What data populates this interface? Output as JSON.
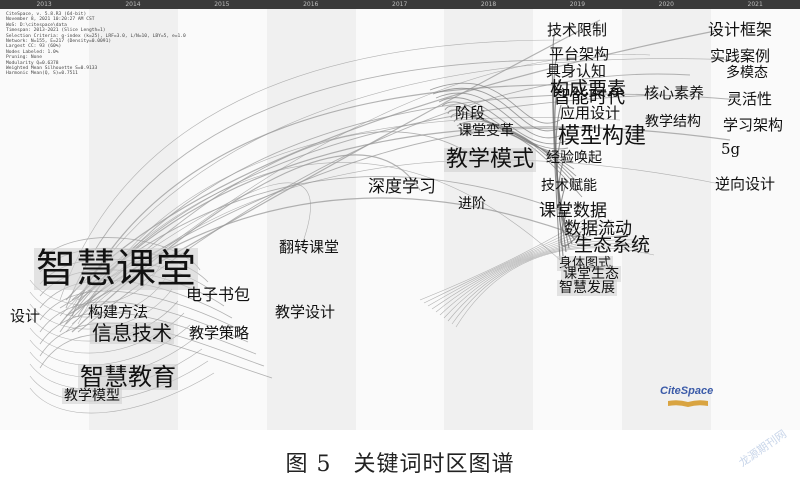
{
  "years": [
    "2013",
    "2014",
    "2015",
    "2016",
    "2017",
    "2018",
    "2019",
    "2020",
    "2021"
  ],
  "info_lines": [
    "CiteSpace, v. 5.8.R3 (64-bit)",
    "November 8, 2021 10:20:27 AM CST",
    "WoS: D:\\citespace\\data",
    "Timespan: 2013-2021 (Slice Length=1)",
    "Selection Criteria: g-index (k=25), LRF=3.0, L/N=10, LBY=5, e=1.0",
    "Network: N=155, E=217 (Density=0.0091)",
    "Largest CC: 93 (60%)",
    "Nodes Labeled: 1.0%",
    "Pruning: None",
    "Modularity Q=0.6378",
    "Weighted Mean Silhouette S=0.9133",
    "Harmonic Mean(Q, S)=0.7511"
  ],
  "keywords": [
    {
      "id": "zhihui-ketang",
      "text": "智慧课堂",
      "size": 40,
      "box": true
    },
    {
      "id": "zhihui-jiaoyu",
      "text": "智慧教育",
      "size": 24,
      "box": true
    },
    {
      "id": "xinxi-jishu",
      "text": "信息技术",
      "size": 20,
      "box": true
    },
    {
      "id": "goujian-fangfa",
      "text": "构建方法",
      "size": 15,
      "box": false
    },
    {
      "id": "sheji",
      "text": "设计",
      "size": 15,
      "box": false
    },
    {
      "id": "jiaoxue-moxing",
      "text": "教学模型",
      "size": 14,
      "box": true
    },
    {
      "id": "jiaoxue-celue",
      "text": "教学策略",
      "size": 15,
      "box": false
    },
    {
      "id": "dianzi-shubao",
      "text": "电子书包",
      "size": 16,
      "box": false
    },
    {
      "id": "fanzhuan-ketang",
      "text": "翻转课堂",
      "size": 15,
      "box": false
    },
    {
      "id": "jiaoxue-sheji",
      "text": "教学设计",
      "size": 15,
      "box": false
    },
    {
      "id": "shendu-xuexi",
      "text": "深度学习",
      "size": 17,
      "box": false
    },
    {
      "id": "jiaoxue-moshi",
      "text": "教学模式",
      "size": 22,
      "box": true
    },
    {
      "id": "jieduan",
      "text": "阶段",
      "size": 15,
      "box": false
    },
    {
      "id": "ketang-biange",
      "text": "课堂变革",
      "size": 14,
      "box": false
    },
    {
      "id": "jinjie",
      "text": "进阶",
      "size": 14,
      "box": false
    },
    {
      "id": "jishu-xianzhi",
      "text": "技术限制",
      "size": 15,
      "box": false
    },
    {
      "id": "pingtai-jiagou",
      "text": "平台架构",
      "size": 15,
      "box": false
    },
    {
      "id": "jushen-renzhi",
      "text": "具身认知",
      "size": 15,
      "box": false
    },
    {
      "id": "goucheng-yaosu",
      "text": "构成要素",
      "size": 19,
      "box": false
    },
    {
      "id": "zhineng-shidai",
      "text": "智能时代",
      "size": 18,
      "box": false
    },
    {
      "id": "yingyong-sheji",
      "text": "应用设计",
      "size": 15,
      "box": false
    },
    {
      "id": "moxing-goujian",
      "text": "模型构建",
      "size": 22,
      "box": false
    },
    {
      "id": "jingyan-huanqi",
      "text": "经验唤起",
      "size": 14,
      "box": false
    },
    {
      "id": "jishu-funeng",
      "text": "技术赋能",
      "size": 14,
      "box": false
    },
    {
      "id": "ketang-shuju",
      "text": "课堂数据",
      "size": 17,
      "box": false
    },
    {
      "id": "shuju-liudong",
      "text": "数据流动",
      "size": 17,
      "box": false
    },
    {
      "id": "shengtai-xitong",
      "text": "生态系统",
      "size": 19,
      "box": false
    },
    {
      "id": "shenti-tushi",
      "text": "身体图式",
      "size": 13,
      "box": true
    },
    {
      "id": "ketang-shengtai",
      "text": "课堂生态",
      "size": 14,
      "box": true
    },
    {
      "id": "zhihui-fazhan",
      "text": "智慧发展",
      "size": 14,
      "box": true
    },
    {
      "id": "hexin-suyang",
      "text": "核心素养",
      "size": 15,
      "box": false
    },
    {
      "id": "jiaoxue-jiegou",
      "text": "教学结构",
      "size": 14,
      "box": false
    },
    {
      "id": "sheji-kuangjia",
      "text": "设计框架",
      "size": 16,
      "box": false
    },
    {
      "id": "shijian-anli",
      "text": "实践案例",
      "size": 15,
      "box": false
    },
    {
      "id": "duo-motai",
      "text": "多模态",
      "size": 14,
      "box": false
    },
    {
      "id": "linghuoxing",
      "text": "灵活性",
      "size": 15,
      "box": false
    },
    {
      "id": "xuexi-jiagou",
      "text": "学习架构",
      "size": 15,
      "box": false
    },
    {
      "id": "5g",
      "text": "5g",
      "size": 15,
      "box": false
    },
    {
      "id": "nixiang-sheji",
      "text": "逆向设计",
      "size": 15,
      "box": false
    }
  ],
  "logo": {
    "text": "CiteSpace"
  },
  "caption": {
    "figure": "图 5",
    "title": "关键词时区图谱"
  },
  "watermark": "龙源期刊网"
}
